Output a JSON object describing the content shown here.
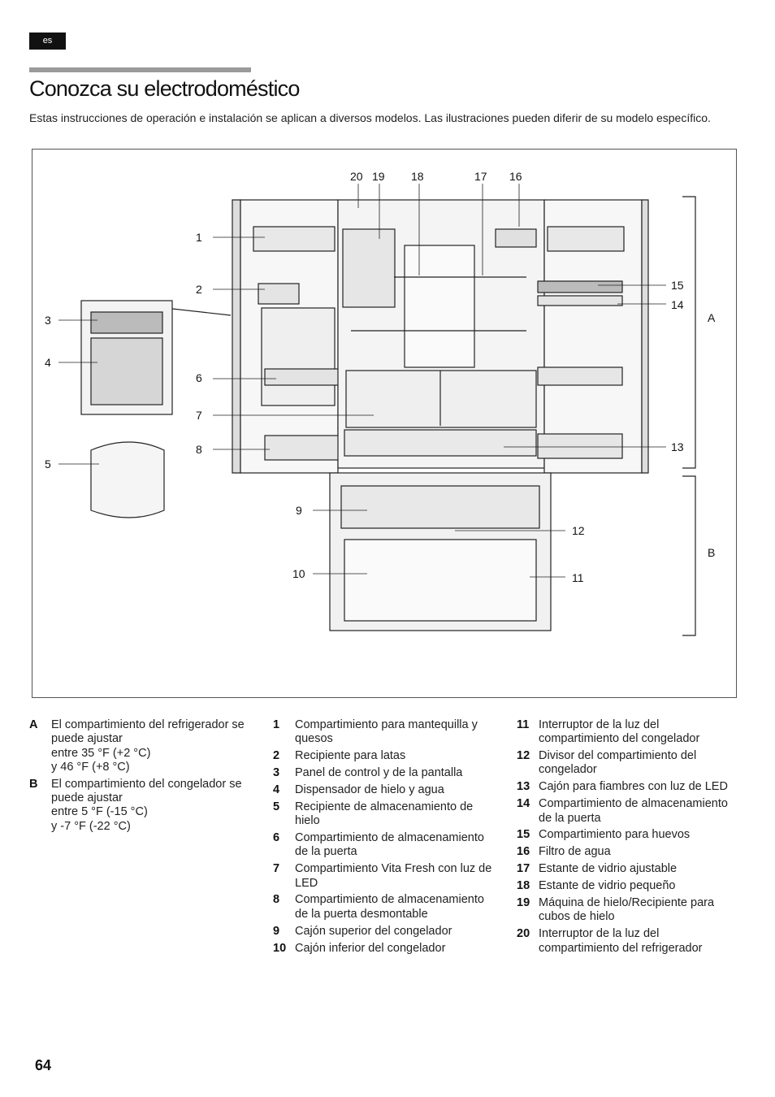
{
  "header": {
    "lang_tab": "es"
  },
  "title": "Conozca su electrodoméstico",
  "intro": "Estas instrucciones de operación e instalación se aplican a diversos modelos. Las ilustraciones pueden diferir de su modelo específico.",
  "figure": {
    "callouts": [
      "1",
      "2",
      "3",
      "4",
      "5",
      "6",
      "7",
      "8",
      "9",
      "10",
      "11",
      "12",
      "13",
      "14",
      "15",
      "16",
      "17",
      "18",
      "19",
      "20"
    ],
    "zones": [
      "A",
      "B"
    ]
  },
  "zone_legend": [
    {
      "key": "A",
      "text": "El compartimiento del refrigerador se puede ajustar",
      "range_1": "entre 35 °F (+2 °C)",
      "range_2": "y 46 °F (+8 °C)"
    },
    {
      "key": "B",
      "text": "El compartimiento del congelador se puede ajustar",
      "range_1": "entre 5 °F (-15 °C)",
      "range_2": "y -7 °F (-22 °C)"
    }
  ],
  "parts_col1": [
    {
      "n": "1",
      "text": "Compartimiento para mantequilla y quesos"
    },
    {
      "n": "2",
      "text": "Recipiente para latas"
    },
    {
      "n": "3",
      "text": "Panel de control y de la pantalla"
    },
    {
      "n": "4",
      "text": "Dispensador de hielo y agua"
    },
    {
      "n": "5",
      "text": "Recipiente de almacenamiento de hielo"
    },
    {
      "n": "6",
      "text": "Compartimiento de almacenamiento de la puerta"
    },
    {
      "n": "7",
      "text": "Compartimiento Vita Fresh con luz de LED"
    },
    {
      "n": "8",
      "text": "Compartimiento de almacenamiento de la puerta desmontable"
    },
    {
      "n": "9",
      "text": "Cajón superior del congelador"
    },
    {
      "n": "10",
      "text": "Cajón inferior del congelador"
    }
  ],
  "parts_col2": [
    {
      "n": "11",
      "text": "Interruptor de la luz del compartimiento del congelador"
    },
    {
      "n": "12",
      "text": "Divisor del compartimiento del congelador"
    },
    {
      "n": "13",
      "text": "Cajón para fiambres con luz de LED"
    },
    {
      "n": "14",
      "text": "Compartimiento de almacenamiento de la puerta"
    },
    {
      "n": "15",
      "text": "Compartimiento para huevos"
    },
    {
      "n": "16",
      "text": "Filtro de agua"
    },
    {
      "n": "17",
      "text": "Estante de vidrio ajustable"
    },
    {
      "n": "18",
      "text": "Estante de vidrio pequeño"
    },
    {
      "n": "19",
      "text": "Máquina de hielo/Recipiente para cubos de hielo"
    },
    {
      "n": "20",
      "text": "Interruptor de la luz del compartimiento del refrigerador"
    }
  ],
  "footer": {
    "page_number": "64"
  }
}
